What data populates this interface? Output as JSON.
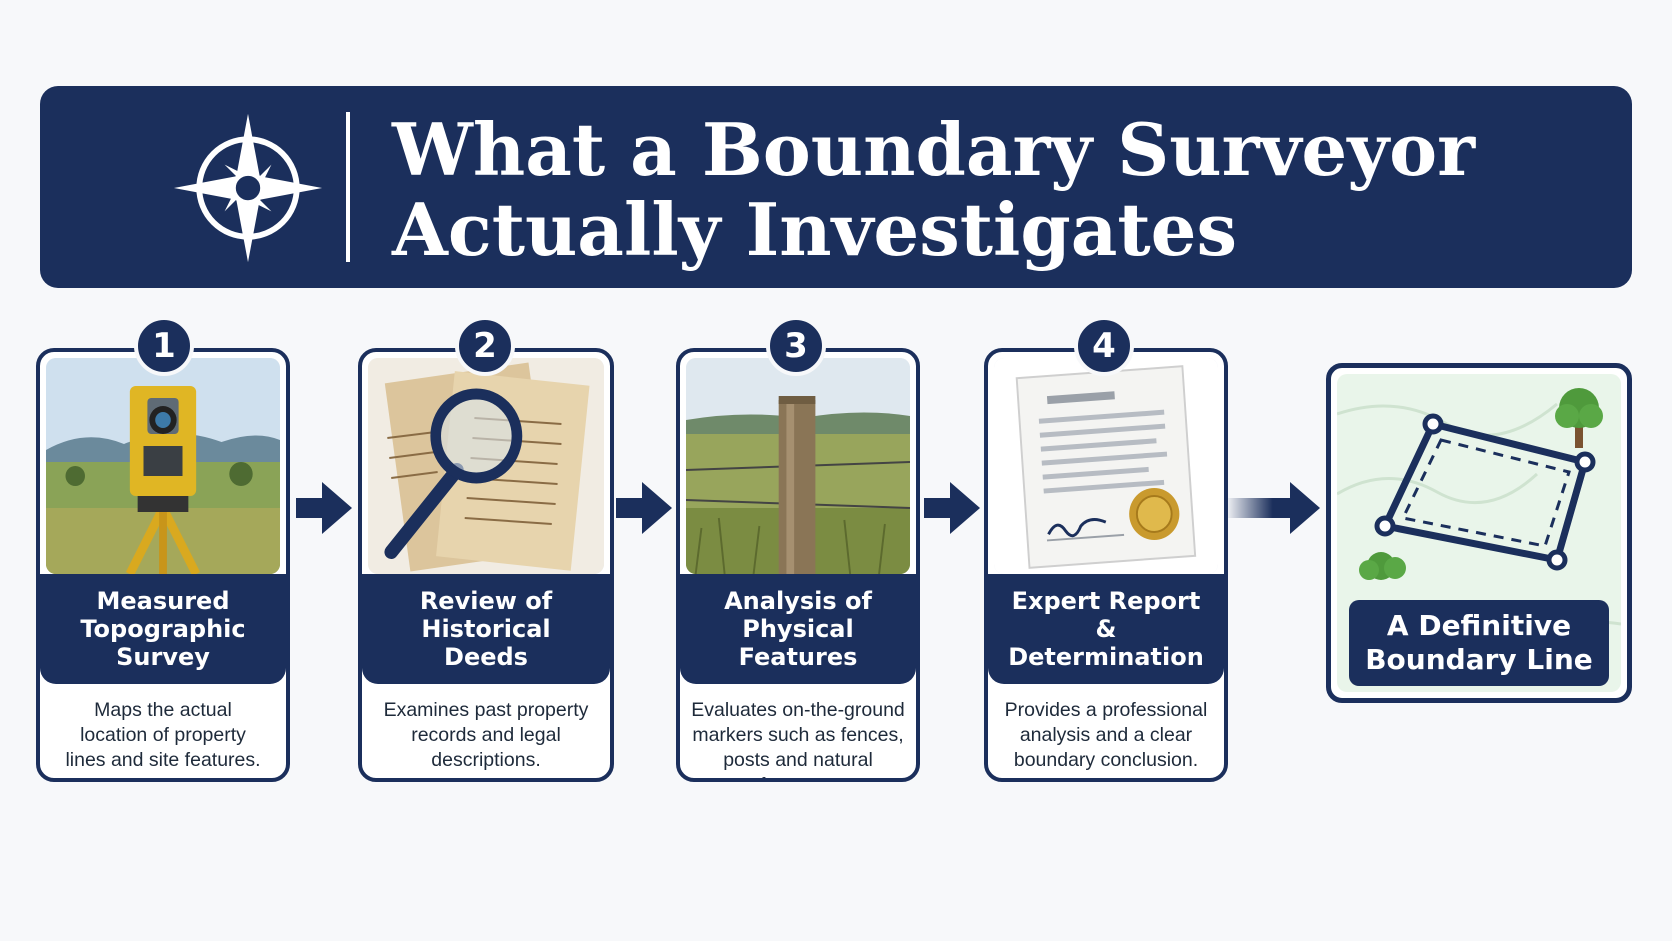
{
  "header": {
    "title_line1": "What a Boundary Surveyor",
    "title_line2": "Actually Investigates",
    "logo_icon": "compass-rose-icon"
  },
  "steps": [
    {
      "number": "1",
      "title": "Measured\nTopographic\nSurvey",
      "description": "Maps the actual\nlocation of property\nlines and site features.",
      "image": "total-station-on-tripod-in-field"
    },
    {
      "number": "2",
      "title": "Review of\nHistorical\nDeeds",
      "description": "Examines past property\nrecords and legal\ndescriptions.",
      "image": "magnifying-glass-over-old-deeds"
    },
    {
      "number": "3",
      "title": "Analysis of\nPhysical\nFeatures",
      "description": "Evaluates on-the-ground\nmarkers such as fences,\nposts and natural features.",
      "image": "fence-post-with-barbed-wire"
    },
    {
      "number": "4",
      "title": "Expert Report\n& Determination",
      "description": "Provides a professional\nanalysis and a clear\nboundary conclusion.",
      "image": "signed-report-with-gold-seal"
    }
  ],
  "result": {
    "title": "A Definitive\nBoundary Line",
    "image": "boundary-map-icon"
  },
  "colors": {
    "navy": "#1b2f5c",
    "background": "#f7f8fa",
    "map_green": "#e9f5ea",
    "gold_seal": "#c99a2e"
  }
}
